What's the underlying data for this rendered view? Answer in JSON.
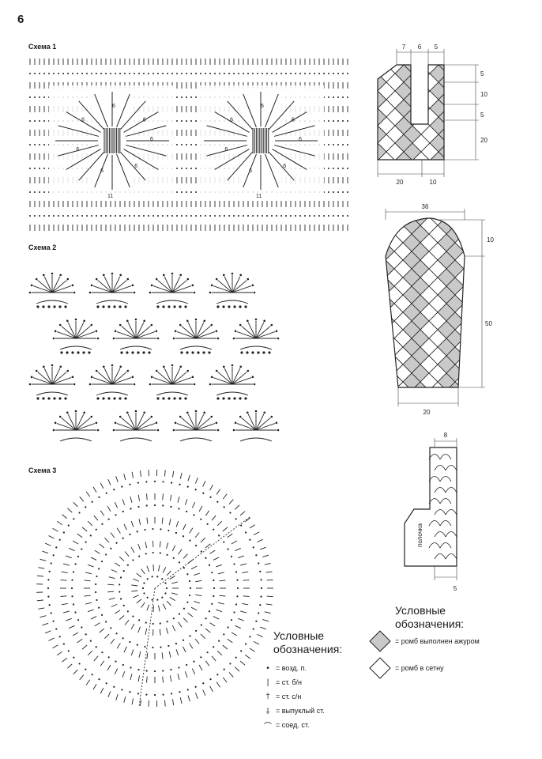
{
  "page": {
    "number": "6"
  },
  "schemes": [
    {
      "id": "scheme-1",
      "label": "Схема 1",
      "repeat_count_label": "6",
      "center_count_label": "11"
    },
    {
      "id": "scheme-2",
      "label": "Схема 2"
    },
    {
      "id": "scheme-3",
      "label": "Схема 3"
    }
  ],
  "back_piece": {
    "top_widths": [
      "7",
      "6",
      "5"
    ],
    "side_heights": [
      "5",
      "10",
      "5",
      "20"
    ],
    "bottom_widths": [
      "20",
      "10"
    ]
  },
  "sleeve": {
    "top_width": "36",
    "cap_height": "10",
    "length": "50",
    "bottom_width": "20"
  },
  "front_piece": {
    "top_width": "8",
    "label": "полочка",
    "bottom_width": "5"
  },
  "legend_stitches": {
    "title_line1": "Условные",
    "title_line2": "обозначения:",
    "items": [
      {
        "symbol": "chain-dot",
        "glyph": "•",
        "text": "= возд. п."
      },
      {
        "symbol": "single-crochet",
        "glyph": "|",
        "text": "= ст. б/н"
      },
      {
        "symbol": "double-crochet",
        "glyph": "†",
        "text": "= ст. с/н"
      },
      {
        "symbol": "post-stitch",
        "glyph": "⸸",
        "text": "= выпуклый ст."
      },
      {
        "symbol": "slip-stitch",
        "glyph": "⌒",
        "text": "= соед. ст."
      }
    ]
  },
  "legend_rhombus": {
    "title_line1": "Условные",
    "title_line2": "обозначения:",
    "items": [
      {
        "symbol": "rhombus-filled",
        "fill": "#c9c9c9",
        "text": "= ромб выполнен ажуром"
      },
      {
        "symbol": "rhombus-empty",
        "fill": "#ffffff",
        "text": "= ромб в сетну"
      }
    ]
  }
}
